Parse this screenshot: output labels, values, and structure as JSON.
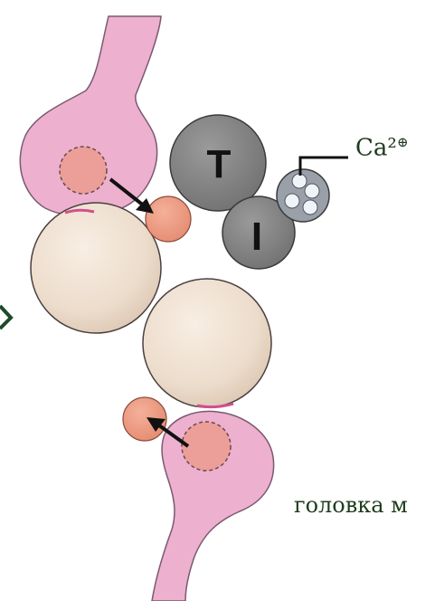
{
  "labels": {
    "troponin_t": "T",
    "troponin_i": "I",
    "calcium": "Ca²",
    "calcium_charge": "⊕",
    "myosin_head": "головка м"
  },
  "colors": {
    "myosin_pink": "#eeb0cf",
    "actin_beige": "#efe0d2",
    "troponin_gray": "#8a8a8a",
    "binding_site": "#ee9a80",
    "calcium_label": "#1f3a1f",
    "arrow": "#1a1a1a"
  }
}
